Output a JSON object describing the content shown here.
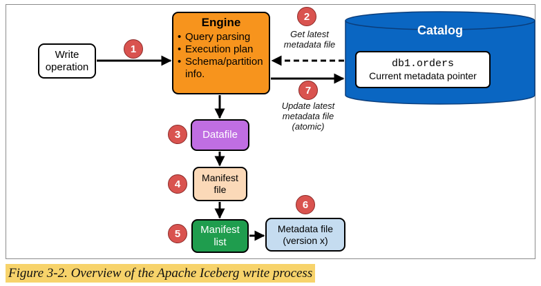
{
  "diagram": {
    "write_box": {
      "line1": "Write",
      "line2": "operation"
    },
    "engine": {
      "title": "Engine",
      "items": [
        "Query parsing",
        "Execution plan",
        "Schema/partition info."
      ]
    },
    "datafile": {
      "label": "Datafile"
    },
    "manifest_file": {
      "line1": "Manifest",
      "line2": "file"
    },
    "manifest_list": {
      "line1": "Manifest",
      "line2": "list"
    },
    "metadata_file": {
      "line1": "Metadata file",
      "line2": "(version x)"
    },
    "catalog": {
      "title": "Catalog",
      "table_name": "db1.orders",
      "pointer_label": "Current metadata pointer"
    },
    "steps": [
      "1",
      "2",
      "3",
      "4",
      "5",
      "6",
      "7"
    ],
    "get_latest": {
      "line1": "Get latest",
      "line2": "metadata file"
    },
    "update_latest": {
      "line1": "Update latest",
      "line2": "metadata file",
      "line3": "(atomic)"
    },
    "colors": {
      "engine": "#f7941d",
      "datafile": "#c06ee2",
      "manifest_file": "#fbd9b8",
      "manifest_list": "#1f9d4e",
      "metadata_file": "#c5dcf0",
      "catalog": "#0a66c2",
      "step_badge": "#d9534f"
    }
  },
  "caption": {
    "text": "Figure 3-2. Overview of the Apache Iceberg write process"
  }
}
